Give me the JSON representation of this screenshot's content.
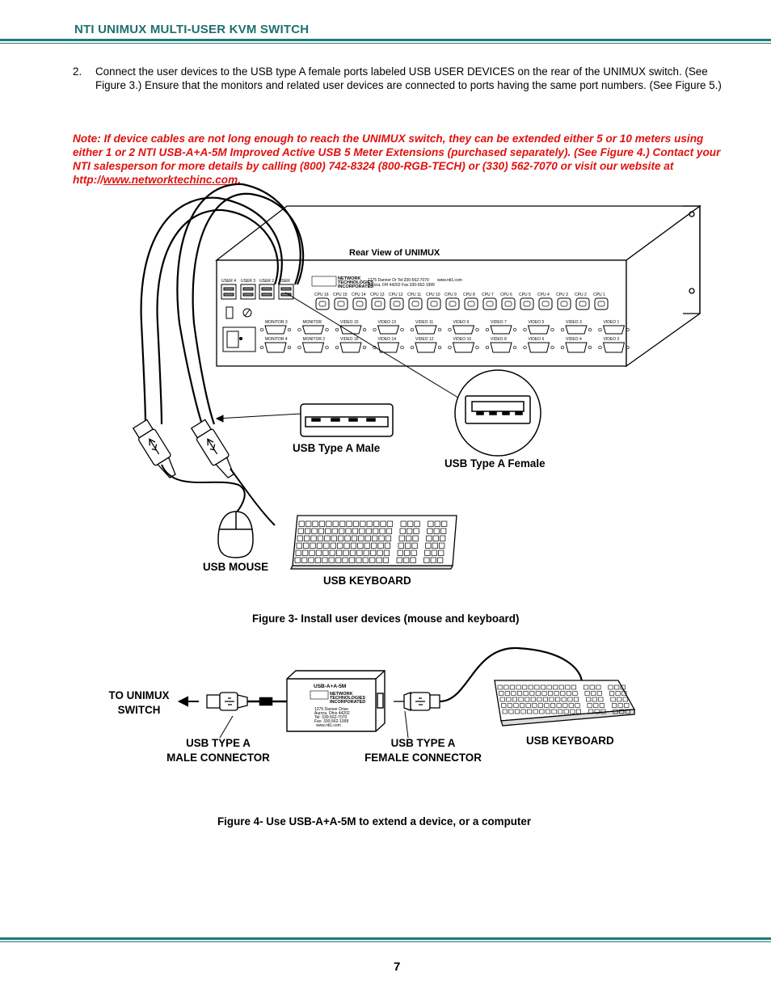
{
  "header": {
    "title": "NTI UNIMUX MULTI-USER KVM SWITCH"
  },
  "step": {
    "number": "2.",
    "text": "Connect the user devices to the USB type A female ports labeled USB USER DEVICES on the rear of the UNIMUX switch. (See Figure 3.) Ensure that the monitors and related user devices are connected to ports having the same port numbers. (See Figure 5.)"
  },
  "note": {
    "text": "Note:  If device cables are not long enough to reach the UNIMUX switch, they can be extended either 5 or 10 meters using either 1 or 2 NTI USB-A+A-5M Improved Active USB 5 Meter Extensions (purchased separately).   (See Figure 4.) Contact your NTI salesperson for more details by calling (800) 742-8324  (800-RGB-TECH) or (330) 562-7070 or visit our website at http://",
    "link": "www.networktechinc.com",
    "end": "."
  },
  "figure3": {
    "panel_title": "Rear View of UNIMUX",
    "user_ports": [
      "USER 4",
      "USER 3",
      "USER 2",
      "USER"
    ],
    "company": [
      "NETWORK",
      "TECHNOLOGIES",
      "INCORPORATED"
    ],
    "address_line1": "1275 Danner Dr    Tel:330-562-7070",
    "address_line2": "Aurora, OH 44202 Fax:330-562-1999",
    "web": "www.nti1.com",
    "cpu_ports": [
      "CPU 16",
      "CPU 15",
      "CPU 14",
      "CPU 13",
      "CPU 12",
      "CPU 11",
      "CPU 10",
      "CPU 9",
      "CPU 8",
      "CPU 7",
      "CPU 6",
      "CPU 5",
      "CPU 4",
      "CPU 3",
      "CPU 2",
      "CPU 1"
    ],
    "video_top": [
      "MONITOR 3",
      "MONITOR",
      "VIDEO 15",
      "VIDEO 13",
      "VIDEO 11",
      "VIDEO 9",
      "VIDEO 7",
      "VIDEO 5",
      "VIDEO 3",
      "VIDEO 1"
    ],
    "video_bottom": [
      "MONITOR 4",
      "MONITOR 2",
      "VIDEO 16",
      "VIDEO 14",
      "VIDEO 12",
      "VIDEO 10",
      "VIDEO 8",
      "VIDEO 6",
      "VIDEO 4",
      "VIDEO 2"
    ],
    "usb_male_label": "USB Type A Male",
    "usb_female_label": "USB Type A Female",
    "mouse_label": "USB MOUSE",
    "keyboard_label": "USB KEYBOARD",
    "caption": "Figure 3- Install user devices (mouse and keyboard)"
  },
  "figure4": {
    "to_unimux": [
      "TO UNIMUX",
      "SWITCH"
    ],
    "box_title": "USB-A+A-5M",
    "box_company": [
      "NETWORK",
      "TECHNOLOGIES",
      "INCORPORATED"
    ],
    "box_address": [
      "1275 Danner Drive",
      "Aurora, Ohio 44202",
      "Tel: 330-562-7070",
      "Fax: 330-562-1999",
      "www.nti1.com"
    ],
    "male_label": [
      "USB TYPE A",
      "MALE CONNECTOR"
    ],
    "female_label": [
      "USB TYPE A",
      "FEMALE CONNECTOR"
    ],
    "keyboard_label": "USB KEYBOARD",
    "caption": "Figure 4- Use USB-A+A-5M to extend a device, or a computer"
  },
  "page_number": "7"
}
